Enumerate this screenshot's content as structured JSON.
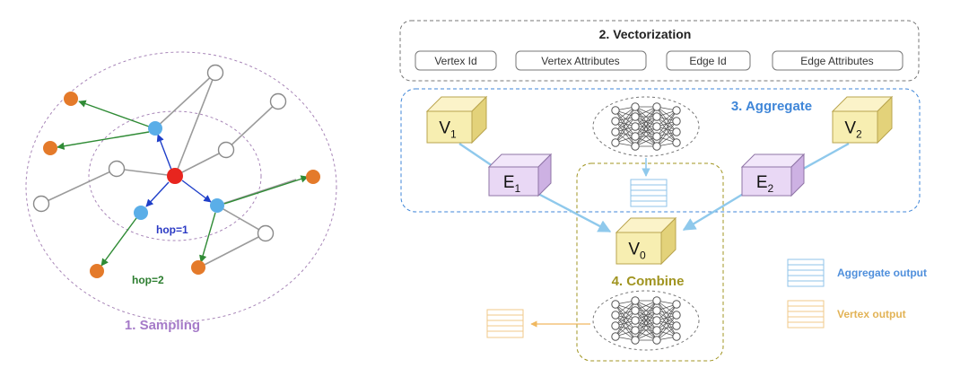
{
  "sampling": {
    "title": "1. Sampling",
    "hop1": "hop=1",
    "hop2": "hop=2"
  },
  "vectorization": {
    "title": "2. Vectorization",
    "chips": [
      "Vertex Id",
      "Vertex Attributes",
      "Edge Id",
      "Edge Attributes"
    ]
  },
  "aggregate": {
    "title": "3. Aggregate"
  },
  "combine": {
    "title": "4. Combine"
  },
  "cubes": {
    "v1": {
      "base": "V",
      "sub": "1"
    },
    "v2": {
      "base": "V",
      "sub": "2"
    },
    "v0": {
      "base": "V",
      "sub": "0"
    },
    "e1": {
      "base": "E",
      "sub": "1"
    },
    "e2": {
      "base": "E",
      "sub": "2"
    }
  },
  "legend": {
    "aggregate_output": "Aggregate output",
    "vertex_output": "Vertex output"
  },
  "colors": {
    "root": "#e8251e",
    "hop1": "#5aaee8",
    "hop2": "#e47a2a",
    "blue_arrow": "#1f3fc9",
    "green_arrow": "#2f8b35",
    "sampling_title": "#a57ac8",
    "aggregate_title": "#3f86d8",
    "combine_title": "#a09420",
    "hop1_label": "#2a39c4",
    "hop2_label": "#2c7d2f",
    "legend_blue": "#4f8fdc",
    "legend_orange": "#e2b356"
  }
}
